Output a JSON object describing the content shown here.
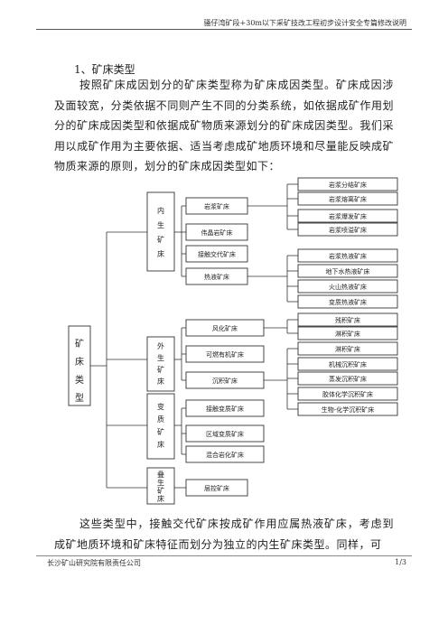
{
  "header": {
    "title": "骚仔湾矿段+30m以下采矿技改工程初步设计安全专篇修改说明"
  },
  "section": {
    "title": "1、矿床类型"
  },
  "para1": "按照矿床成因划分的矿床类型称为矿床成因类型。矿床成因涉及面较宽，分类依据不同则产生不同的分类系统，如依据成矿作用划分的矿床成因类型和依据成矿物质来源划分的矿床成因类型。我们采用以成矿作用为主要依据、适当考虑成矿地质环境和尽量能反映成矿物质来源的原则，划分的矿床成因类型如下：",
  "diagram": {
    "root": [
      "矿",
      "床",
      "类",
      "型"
    ],
    "groups": [
      {
        "label": [
          "内",
          "生",
          "矿",
          "床"
        ],
        "items": [
          "岩浆矿床",
          "伟晶岩矿床",
          "接触交代矿床",
          "热液矿床"
        ]
      },
      {
        "label": [
          "外",
          "生",
          "矿",
          "床"
        ],
        "items": [
          "风化矿床",
          "可燃有机矿床",
          "沉积矿床"
        ]
      },
      {
        "label": [
          "变",
          "质",
          "矿",
          "床"
        ],
        "items": [
          "接触变质矿床",
          "区域变质矿床",
          "混合岩化矿床"
        ]
      },
      {
        "label": [
          "叠",
          "生",
          "矿",
          "床"
        ],
        "items": [
          "层控矿床"
        ]
      }
    ],
    "magma_sub": [
      "岩浆分结矿床",
      "岩浆熔离矿床",
      "岩浆爆发矿床",
      "岩浆喷溢矿床"
    ],
    "hydro_sub": [
      "岩浆热液矿床",
      "地下水热液矿床",
      "火山热液矿床",
      "变质热液矿床"
    ],
    "weather_sub": [
      "残积矿床",
      "淋积矿床"
    ],
    "sediment_sub": [
      "淋积矿床",
      "机械沉积矿床",
      "蒸发沉积矿床",
      "胶体化学沉积矿床",
      "生物-化学沉积矿床"
    ]
  },
  "para2": "这些类型中，接触交代矿床按成矿作用应属热液矿床，考虑到成矿地质环境和矿床特征而划分为独立的内生矿床类型。同样，可",
  "footer": {
    "company": "长沙矿山研究院有限责任公司",
    "page": "1/3"
  }
}
